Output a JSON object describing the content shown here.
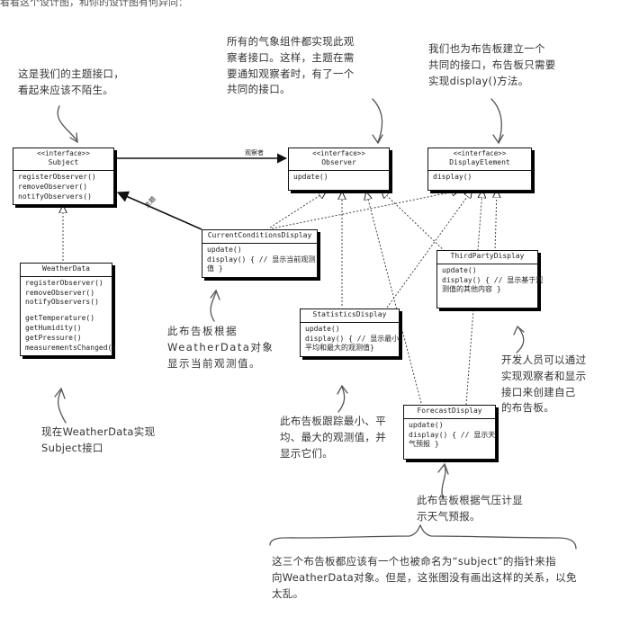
{
  "top_caption": "看看这个设计图，和你的设计图有何异同：",
  "classes": {
    "subject": {
      "stereotype": "<<interface>>",
      "name": "Subject",
      "methods": [
        "registerObserver()",
        "removeObserver()",
        "notifyObservers()"
      ]
    },
    "observer": {
      "stereotype": "<<interface>>",
      "name": "Observer",
      "methods": [
        "update()"
      ]
    },
    "display_element": {
      "stereotype": "<<interface>>",
      "name": "DisplayElement",
      "methods": [
        "display()"
      ]
    },
    "weather_data": {
      "name": "WeatherData",
      "methods": [
        "registerObserver()",
        "removeObserver()",
        "notifyObservers()"
      ],
      "methods2": [
        "getTemperature()",
        "getHumidity()",
        "getPressure()",
        "measurementsChanged()"
      ]
    },
    "current_conditions": {
      "name": "CurrentConditionsDisplay",
      "methods": [
        "update()",
        "display() { // 显示当前观测",
        "值 }"
      ]
    },
    "statistics": {
      "name": "StatisticsDisplay",
      "methods": [
        "update()",
        "display() { // 显示最小、",
        "平均和最大的观测值}"
      ]
    },
    "third_party": {
      "name": "ThirdPartyDisplay",
      "methods": [
        "update()",
        "display() { // 显示基于观",
        "测值的其他内容 }"
      ]
    },
    "forecast": {
      "name": "ForecastDisplay",
      "methods": [
        "update()",
        "display() { // 显示天",
        "气预报 }"
      ]
    }
  },
  "edge_labels": {
    "observers": "观察者",
    "subject": "主题"
  },
  "notes": {
    "subject_note": [
      "这是我们的主题接口，",
      "看起来应该不陌生。"
    ],
    "observer_note": [
      "所有的气象组件都实现此观",
      "察者接口。这样，主题在需",
      "要通知观察者时，有了一个",
      "共同的接口。"
    ],
    "display_note": [
      "我们也为布告板建立一个",
      "共同的接口，布告板只需要",
      "实现display()方法。"
    ],
    "current_note": [
      "此布告板根据",
      "WeatherData对象",
      "显示当前观测值。"
    ],
    "third_party_note": [
      "开发人员可以通过",
      "实现观察者和显示",
      "接口来创建自己",
      "的布告板。"
    ],
    "weather_note": [
      "现在WeatherData实现",
      "Subject接口"
    ],
    "statistics_note": [
      "此布告板跟踪最小、平",
      "均、最大的观测值，并",
      "显示它们。"
    ],
    "forecast_note": [
      "此布告板根据气压计显",
      "示天气预报。"
    ],
    "bottom_note": [
      "这三个布告板都应该有一个也被命名为“subject”的指针来指",
      "向WeatherData对象。但是，这张图没有画出这样的关系，以免",
      "太乱。"
    ]
  }
}
